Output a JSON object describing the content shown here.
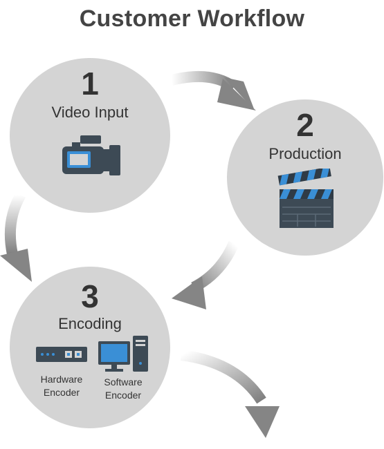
{
  "title": "Customer Workflow",
  "steps": [
    {
      "number": "1",
      "label": "Video Input",
      "icon": "video-camera-icon"
    },
    {
      "number": "2",
      "label": "Production",
      "icon": "clapperboard-icon"
    },
    {
      "number": "3",
      "label": "Encoding",
      "icon": "encoder-icons"
    }
  ],
  "encoders": {
    "hardware": {
      "line1": "Hardware",
      "line2": "Encoder",
      "icon": "hardware-encoder-icon"
    },
    "software": {
      "line1": "Software",
      "line2": "Encoder",
      "icon": "desktop-computer-icon"
    }
  },
  "colors": {
    "circle": "#d4d4d4",
    "icon_dark": "#3d4a55",
    "icon_accent": "#3a8fd6",
    "arrow": "#8c8c8c"
  }
}
